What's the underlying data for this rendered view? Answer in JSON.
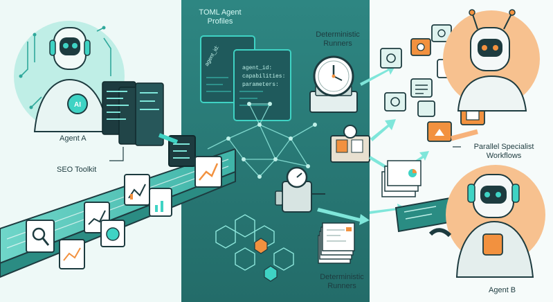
{
  "labels": {
    "agent_a": "Agent A",
    "seo_toolkit": "SEO Toolkit",
    "toml_profiles_line1": "TOML Agent",
    "toml_profiles_line2": "Profiles",
    "deterministic_runners_top_line1": "Deterministic",
    "deterministic_runners_top_line2": "Runners",
    "deterministic_runners_bottom_line1": "Deterministic",
    "deterministic_runners_bottom_line2": "Runners",
    "parallel_line1": "Parallel Specialist",
    "parallel_line2": "Workflows",
    "agent_b": "Agent B",
    "ai_badge": "AI"
  },
  "toml_card_front": [
    "agent_id:",
    "capabilities:",
    "parameters:"
  ],
  "toml_card_back": [
    "agent_id:"
  ],
  "colors": {
    "teal_dark": "#1f6f6c",
    "teal_panel": "#2a7f7b",
    "teal_bright": "#3fd3c4",
    "mint": "#bff0e8",
    "orange": "#f2913f",
    "ink": "#1d3b3f"
  }
}
